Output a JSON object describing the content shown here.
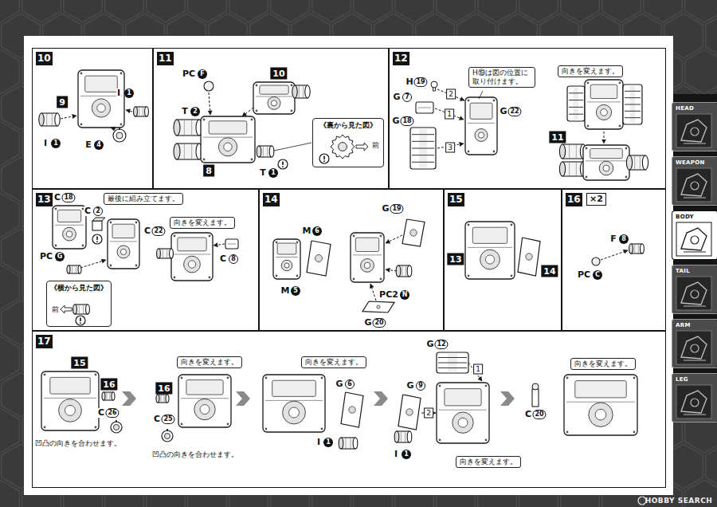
{
  "diagram": {
    "nodes": [
      {
        "text": [
          "10"
        ]
      },
      {
        "text": [
          "11"
        ]
      },
      {
        "text": [
          "《裏から見た図》",
          "前"
        ],
        "in": 1
      },
      {
        "text": [
          "12"
        ]
      },
      {
        "text": [
          "H⑲は図の位置に取り付けます。"
        ],
        "in": 3
      },
      {
        "text": [
          "向きを変えます。"
        ],
        "in": 3
      },
      {
        "text": [
          "13"
        ]
      },
      {
        "text": [
          "最後に組み立てます。"
        ],
        "in": 6
      },
      {
        "text": [
          "《横から見た図》",
          "前"
        ],
        "in": 6
      },
      {
        "text": [
          "向きを変えます。"
        ],
        "in": 6
      },
      {
        "text": [
          "14"
        ]
      },
      {
        "text": [
          "15"
        ]
      },
      {
        "text": [
          "16",
          "×2"
        ]
      },
      {
        "text": [
          "17"
        ]
      },
      {
        "text": [
          "向きを変えます。"
        ],
        "in": 13
      },
      {
        "text": [
          "向きを変えます。"
        ],
        "in": 13
      },
      {
        "text": [
          "向きを変えます。"
        ],
        "in": 13
      },
      {
        "text": [
          "向きを変えます。"
        ],
        "in": 13
      },
      {
        "text": [
          "HEAD"
        ]
      },
      {
        "text": [
          "WEAPON"
        ]
      },
      {
        "text": [
          "BODY"
        ]
      },
      {
        "text": [
          "TAIL"
        ]
      },
      {
        "text": [
          "ARM"
        ]
      },
      {
        "text": [
          "LEG"
        ]
      }
    ],
    "labels": [
      "9",
      "I",
      "1",
      "I",
      "1",
      "E",
      "4",
      "PC",
      "F",
      "10",
      "T",
      "2",
      "8",
      "T",
      "1",
      "H",
      "19",
      "G",
      "7",
      "G",
      "18",
      "2",
      "1",
      "3",
      "G",
      "22",
      "11",
      "C",
      "18",
      "C",
      "2",
      "C",
      "22",
      "PC",
      "G",
      "C",
      "8",
      "M",
      "6",
      "M",
      "5",
      "G",
      "19",
      "PC2",
      "N",
      "G",
      "20",
      "13",
      "14",
      "F",
      "8",
      "PC",
      "C",
      "15",
      "16",
      "C",
      "26",
      "凹凸の向きを合わせます。",
      "16",
      "C",
      "25",
      "凹凸の向きを合わせます。",
      "G",
      "6",
      "I",
      "1",
      "G",
      "12",
      "1",
      "G",
      "9",
      "2",
      "I",
      "1",
      "C",
      "20",
      "HOBBY SEARCH"
    ]
  }
}
